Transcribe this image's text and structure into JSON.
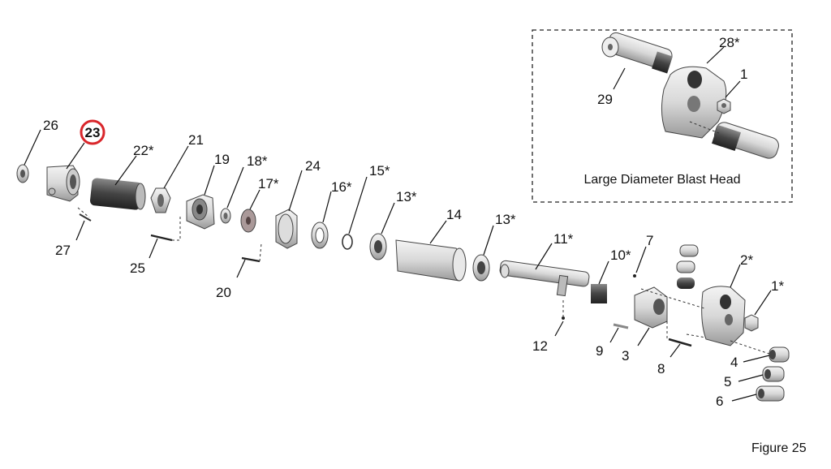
{
  "figure_caption": "Figure 25",
  "inset_caption": "Large Diameter Blast Head",
  "highlighted_label": "23",
  "labels": {
    "p26": "26",
    "p23": "23",
    "p22": "22*",
    "p21": "21",
    "p19": "19",
    "p18": "18*",
    "p17": "17*",
    "p24": "24",
    "p16": "16*",
    "p15": "15*",
    "p13a": "13*",
    "p14": "14",
    "p13b": "13*",
    "p11": "11*",
    "p10": "10*",
    "p7": "7",
    "p2": "2*",
    "p1": "1*",
    "p27": "27",
    "p25": "25",
    "p20": "20",
    "p12": "12",
    "p9": "9",
    "p3": "3",
    "p8": "8",
    "p4": "4",
    "p5": "5",
    "p6": "6",
    "inset_p28": "28*",
    "inset_p1": "1",
    "inset_p29": "29"
  },
  "colors": {
    "highlight_ring": "#d9262b",
    "part_fill": "#e6e6e6",
    "part_dark": "#555555"
  }
}
